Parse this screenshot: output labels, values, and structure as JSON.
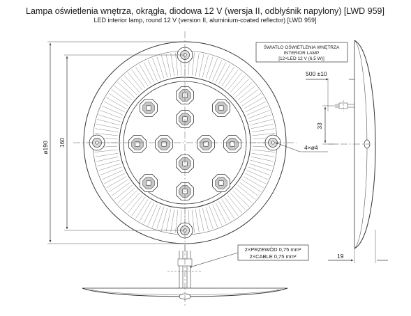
{
  "header": {
    "title": "Lampa oświetlenia wnętrza, okrągła, diodowa 12 V (wersja II, odbłyśnik napylony) [LWD 959]",
    "subtitle": "LED interior lamp, round 12 V (version II, aluminium-coated reflector) [LWD 959]"
  },
  "label_box": {
    "line1": "ŚWIATŁO OŚWIETLENIA WNĘTRZA",
    "line2": "INTERIOR LAMP",
    "line3": "[12×LED 12 V (6,5 W)]"
  },
  "dimensions": {
    "outer_diameter": "ø190",
    "hole_spacing": "160",
    "cable_length": "500 ±10",
    "depth_offset": "33",
    "mounting_holes": "4×ø4",
    "thickness": "19"
  },
  "cable_box": {
    "line1": "2×PRZEWÓD 0,75 mm²",
    "line2": "2×CABLE 0,75 mm²"
  },
  "lamp": {
    "led_count": 12,
    "screw_count": 4
  },
  "colors": {
    "line": "#333333",
    "led_fill": "#c8c8c8",
    "background": "#ffffff"
  }
}
